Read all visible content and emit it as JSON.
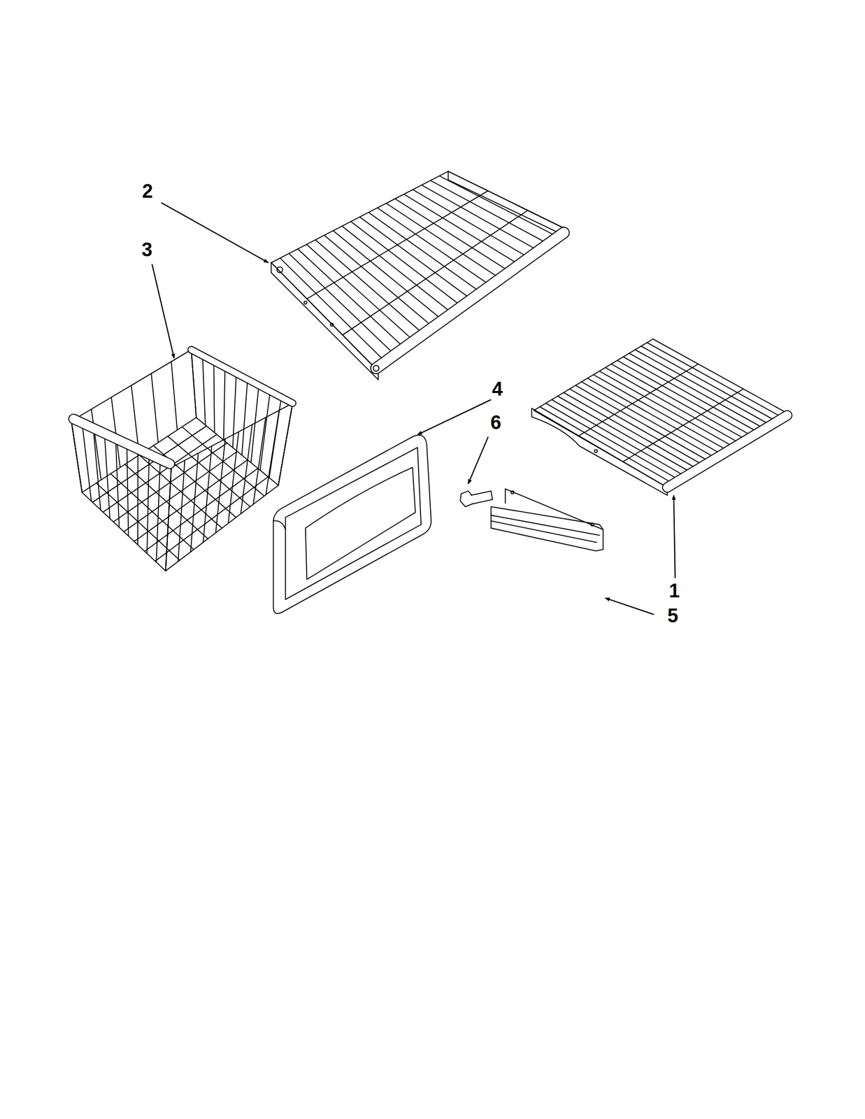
{
  "diagram": {
    "labels": [
      "2",
      "3",
      "4",
      "6",
      "1",
      "5"
    ]
  }
}
